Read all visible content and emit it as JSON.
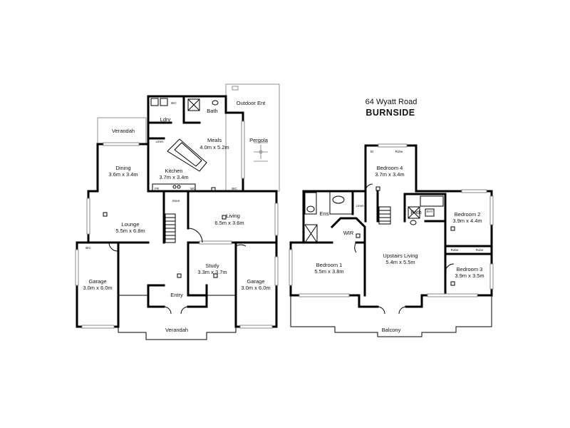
{
  "address": "64 Wyatt Road",
  "suburb": "BURNSIDE",
  "ground_floor": {
    "rooms": [
      {
        "name": "Bath",
        "size": ""
      },
      {
        "name": "Outdoor Ent",
        "size": ""
      },
      {
        "name": "Ldry",
        "size": ""
      },
      {
        "name": "Meals",
        "size": "4.0m x 5.2m"
      },
      {
        "name": "Pergola",
        "size": ""
      },
      {
        "name": "Verandah",
        "size": ""
      },
      {
        "name": "Dining",
        "size": "3.6m x 3.4m"
      },
      {
        "name": "Kitchen",
        "size": "3.7m x 3.4m"
      },
      {
        "name": "Lounge",
        "size": "5.5m x 6.8m"
      },
      {
        "name": "Living",
        "size": "6.5m x 3.6m"
      },
      {
        "name": "Study",
        "size": "3.3m x 3.7m"
      },
      {
        "name": "Garage",
        "size": "3.0m x 6.0m"
      },
      {
        "name": "Garage",
        "size": "3.0m x 6.0m"
      },
      {
        "name": "Entry",
        "size": ""
      },
      {
        "name": "Verandah",
        "size": ""
      }
    ],
    "fixtures": [
      "BIC",
      "Linen",
      "FR",
      "WO",
      "BIC",
      "Store",
      "BIC"
    ]
  },
  "upper_floor": {
    "rooms": [
      {
        "name": "Bedroom 4",
        "size": "3.7m x 3.4m"
      },
      {
        "name": "Ens",
        "size": ""
      },
      {
        "name": "WIR",
        "size": ""
      },
      {
        "name": "Bath",
        "size": ""
      },
      {
        "name": "Bedroom 2",
        "size": "3.9m x 4.4m"
      },
      {
        "name": "Bedroom 1",
        "size": "5.5m x 3.8m"
      },
      {
        "name": "Upstairs Living",
        "size": "5.4m x 5.5m"
      },
      {
        "name": "Bedroom 3",
        "size": "3.9m x 3.5m"
      },
      {
        "name": "Balcony",
        "size": ""
      }
    ],
    "fixtures": [
      "Dr",
      "Robe",
      "Linen",
      "Robe",
      "Robe",
      "SHY"
    ]
  }
}
